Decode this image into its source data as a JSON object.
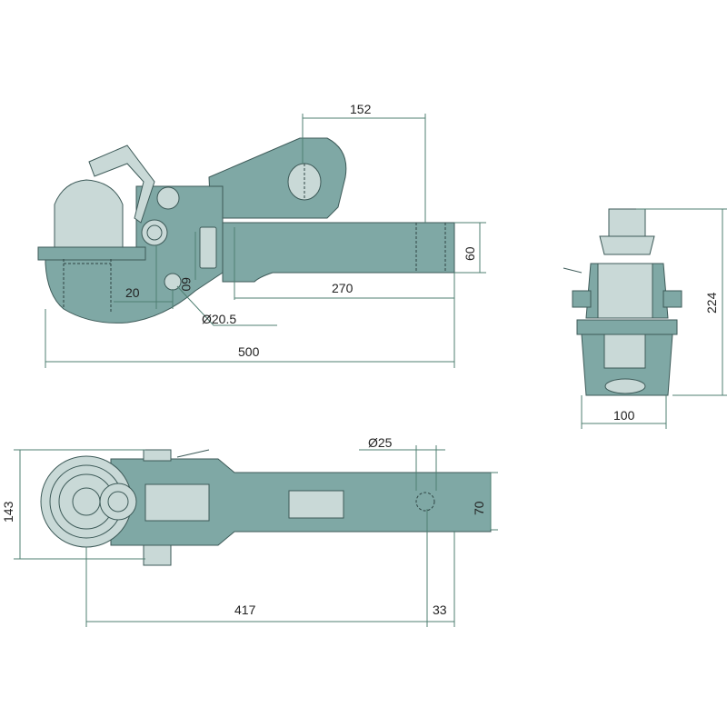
{
  "title": "Tow hitch coupling dimension drawing",
  "colors": {
    "body": "#7fa8a5",
    "light": "#c9d9d7",
    "dimension": "#4f7f72"
  },
  "dimensions": {
    "top_view": {
      "d152": "152",
      "d60": "60",
      "d60_vertical": "60",
      "d20": "20",
      "d270": "270",
      "d_hole": "Ø20.5",
      "d500": "500"
    },
    "side_view": {
      "d224": "224",
      "d100": "100"
    },
    "plan_view": {
      "d_pin": "Ø25",
      "d143": "143",
      "d70": "70",
      "d417": "417",
      "d33": "33"
    }
  }
}
